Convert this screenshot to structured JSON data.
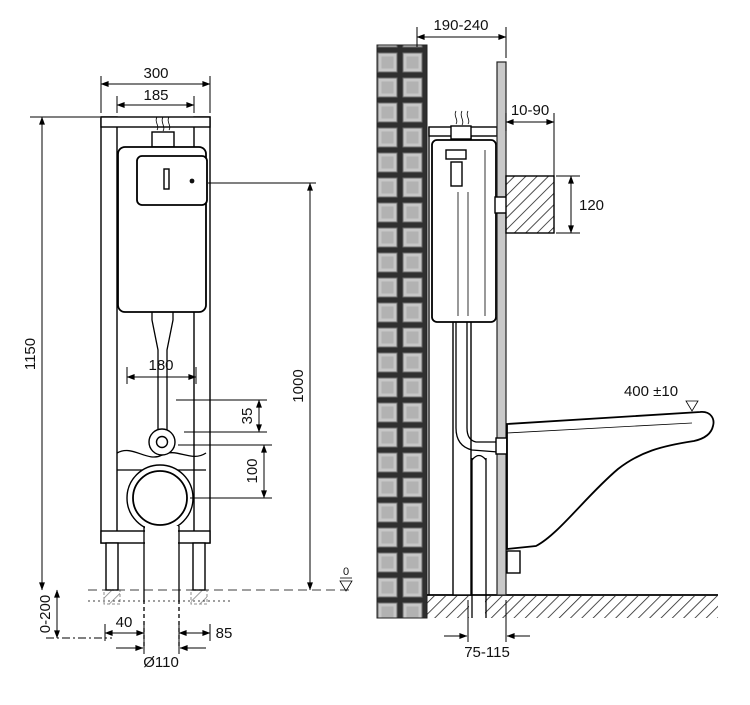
{
  "front": {
    "width_outer": "300",
    "width_inner": "185",
    "height_total": "1150",
    "height_actuator": "1000",
    "pipe_span": "180",
    "offset_35": "35",
    "offset_100": "100",
    "foot_range": "0-200",
    "offset_left": "40",
    "offset_right": "85",
    "drain_dia": "Ø110",
    "datum": "0"
  },
  "side": {
    "depth_range": "190-240",
    "front_gap": "10-90",
    "inlet_height": "120",
    "bowl_height": "400 ±10",
    "outlet_range": "75-115"
  }
}
